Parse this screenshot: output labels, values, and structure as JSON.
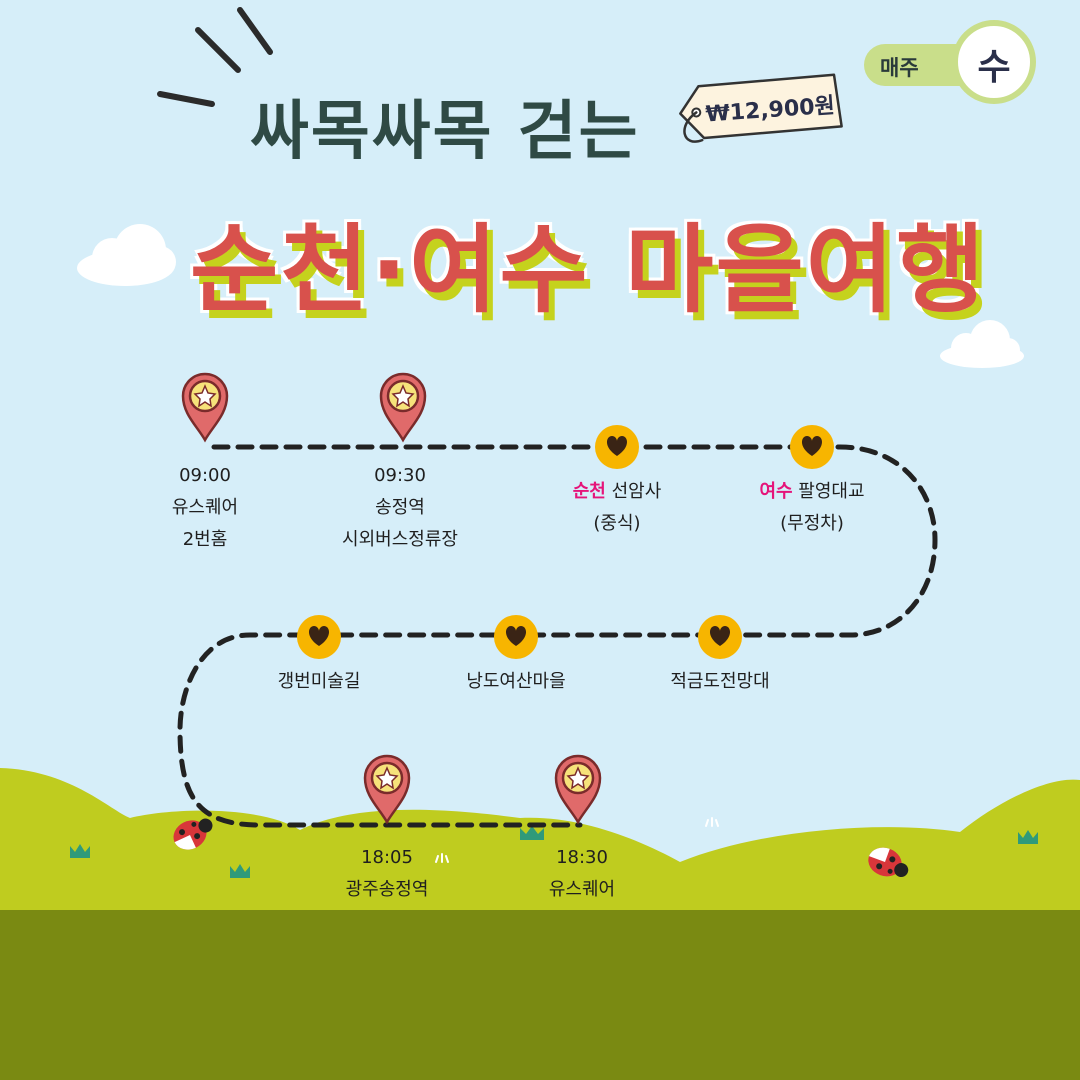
{
  "header": {
    "subtitle": "싸목싸목 걷는",
    "title": "순천·여수 마을여행",
    "price": "₩12,900원",
    "schedule_prefix": "매주",
    "schedule_day": "수"
  },
  "route": {
    "stops": [
      {
        "time": "09:00",
        "line1": "유스퀘어",
        "line2": "2번홈"
      },
      {
        "time": "09:30",
        "line1": "송정역",
        "line2": "시외버스정류장"
      },
      {
        "region": "순천",
        "name": "선암사",
        "note": "(중식)"
      },
      {
        "region": "여수",
        "name": "팔영대교",
        "note": "(무정차)"
      },
      {
        "name": "갱번미술길"
      },
      {
        "name": "낭도여산마을"
      },
      {
        "name": "적금도전망대"
      },
      {
        "time": "18:05",
        "line1": "광주송정역"
      },
      {
        "time": "18:30",
        "line1": "유스퀘어"
      }
    ]
  },
  "colors": {
    "sky": "#d6eef9",
    "hill": "#bfcc1f",
    "ground": "#7a8a12",
    "pin": "#e06a6a",
    "heart_marker": "#f7b500",
    "title": "#d8514c",
    "accent_region": "#e5147a"
  },
  "icons": [
    "star-pin-icon",
    "heart-marker-icon",
    "ladybug-icon",
    "cloud-icon",
    "grass-icon"
  ]
}
